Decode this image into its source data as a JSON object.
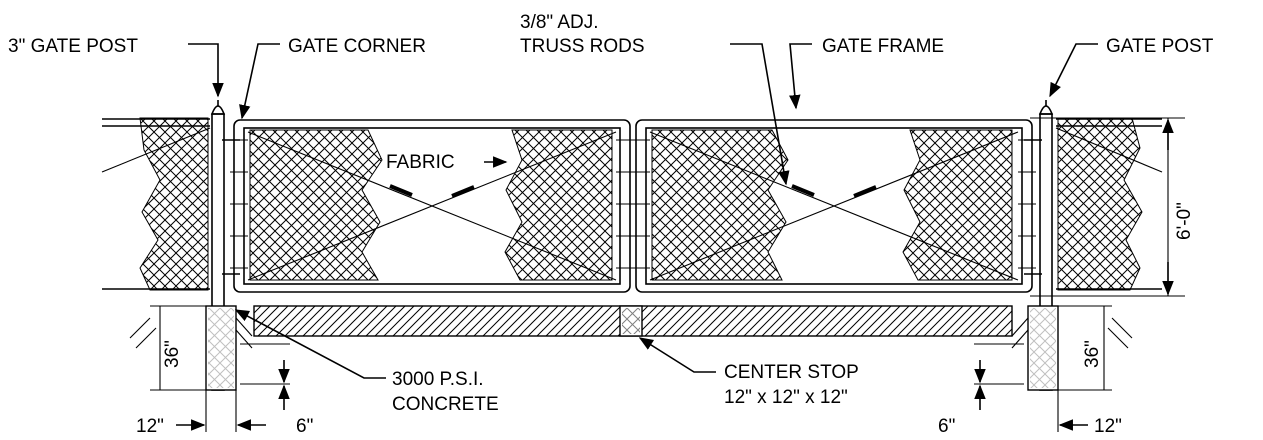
{
  "labels": {
    "gate_post_left": "3\" GATE POST",
    "gate_corner": "GATE CORNER",
    "truss_rods_line1": "3/8\" ADJ.",
    "truss_rods_line2": "TRUSS RODS",
    "gate_frame": "GATE FRAME",
    "gate_post_right": "GATE POST",
    "fabric": "FABRIC",
    "concrete_line1": "3000 P.S.I.",
    "concrete_line2": "CONCRETE",
    "center_stop_line1": "CENTER STOP",
    "center_stop_line2": "12\" x 12\" x 12\""
  },
  "dimensions": {
    "height": "6'-0\"",
    "footing_depth_left": "36\"",
    "footing_depth_right": "36\"",
    "footing_width_left": "12\"",
    "footing_width_right": "12\"",
    "clearance_left": "6\"",
    "clearance_right": "6\""
  }
}
